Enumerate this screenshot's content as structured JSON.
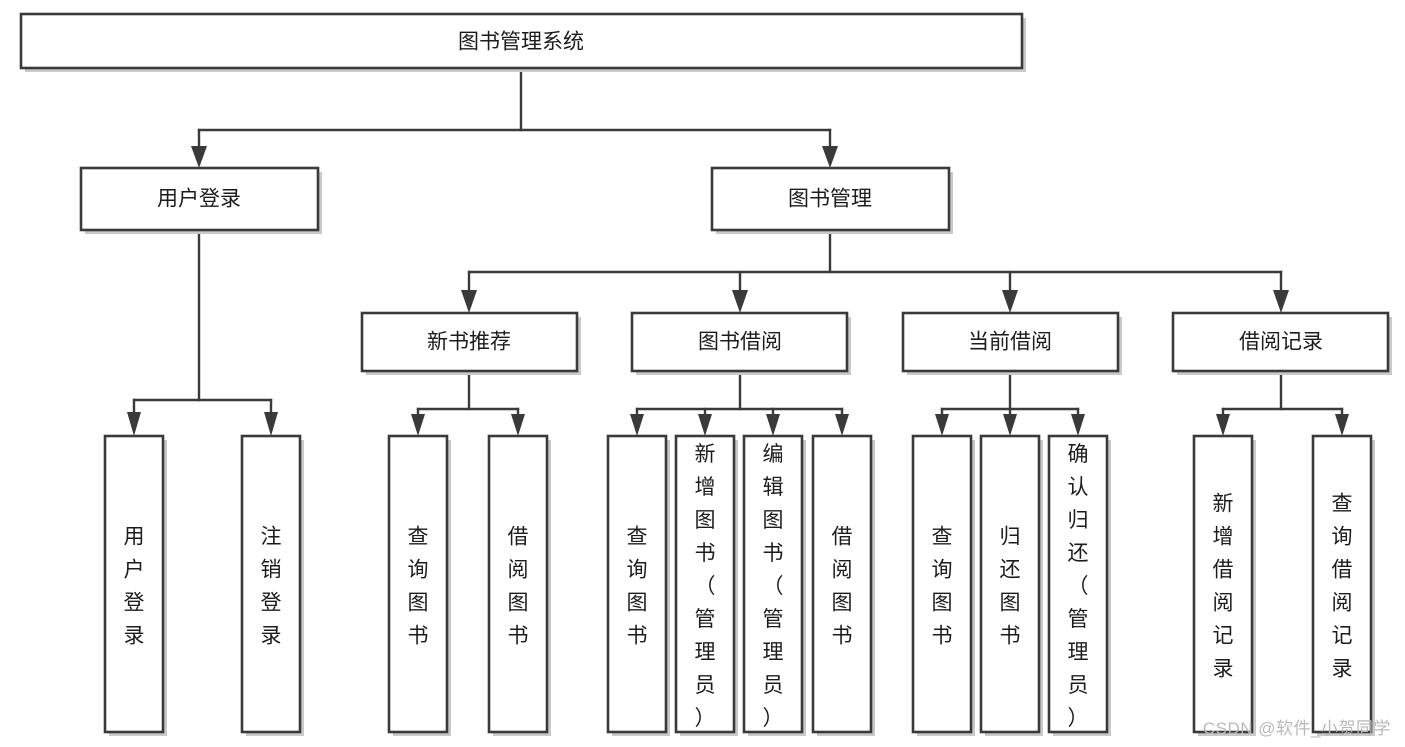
{
  "diagram": {
    "type": "tree-hierarchy",
    "title": "图书管理系统",
    "orientation": "top-down",
    "colors": {
      "box_stroke": "#3a3a3a",
      "box_fill": "#ffffff",
      "text": "#1c1c1c",
      "shadow": "#c9c9c9",
      "watermark": "#b9b9b9"
    },
    "levels": {
      "level0": [
        {
          "id": "root",
          "label": "图书管理系统",
          "orientation": "horizontal"
        }
      ],
      "level1": [
        {
          "id": "user-login",
          "label": "用户登录",
          "orientation": "horizontal",
          "parent": "root"
        },
        {
          "id": "book-manage",
          "label": "图书管理",
          "orientation": "horizontal",
          "parent": "root"
        }
      ],
      "level2": [
        {
          "id": "new-book-rec",
          "label": "新书推荐",
          "orientation": "horizontal",
          "parent": "book-manage"
        },
        {
          "id": "book-borrow",
          "label": "图书借阅",
          "orientation": "horizontal",
          "parent": "book-manage"
        },
        {
          "id": "current-borrow",
          "label": "当前借阅",
          "orientation": "horizontal",
          "parent": "book-manage"
        },
        {
          "id": "borrow-record",
          "label": "借阅记录",
          "orientation": "horizontal",
          "parent": "book-manage"
        }
      ],
      "level3": [
        {
          "id": "leaf-user-login",
          "label": "用户登录",
          "orientation": "vertical",
          "parent": "user-login"
        },
        {
          "id": "leaf-logout",
          "label": "注销登录",
          "orientation": "vertical",
          "parent": "user-login"
        },
        {
          "id": "leaf-query-book-1",
          "label": "查询图书",
          "orientation": "vertical",
          "parent": "new-book-rec"
        },
        {
          "id": "leaf-borrow-book-1",
          "label": "借阅图书",
          "orientation": "vertical",
          "parent": "new-book-rec"
        },
        {
          "id": "leaf-query-book-2",
          "label": "查询图书",
          "orientation": "vertical",
          "parent": "book-borrow"
        },
        {
          "id": "leaf-add-book",
          "label": "新增图书（管理员）",
          "orientation": "vertical",
          "parent": "book-borrow"
        },
        {
          "id": "leaf-edit-book",
          "label": "编辑图书（管理员）",
          "orientation": "vertical",
          "parent": "book-borrow"
        },
        {
          "id": "leaf-borrow-book-2",
          "label": "借阅图书",
          "orientation": "vertical",
          "parent": "book-borrow"
        },
        {
          "id": "leaf-query-book-3",
          "label": "查询图书",
          "orientation": "vertical",
          "parent": "current-borrow"
        },
        {
          "id": "leaf-return-book",
          "label": "归还图书",
          "orientation": "vertical",
          "parent": "current-borrow"
        },
        {
          "id": "leaf-confirm-return",
          "label": "确认归还（管理员）",
          "orientation": "vertical",
          "parent": "current-borrow"
        },
        {
          "id": "leaf-add-record",
          "label": "新增借阅记录",
          "orientation": "vertical",
          "parent": "borrow-record"
        },
        {
          "id": "leaf-query-record",
          "label": "查询借阅记录",
          "orientation": "vertical",
          "parent": "borrow-record"
        }
      ]
    }
  },
  "watermark": {
    "text": "CSDN @软件_小贺同学"
  }
}
